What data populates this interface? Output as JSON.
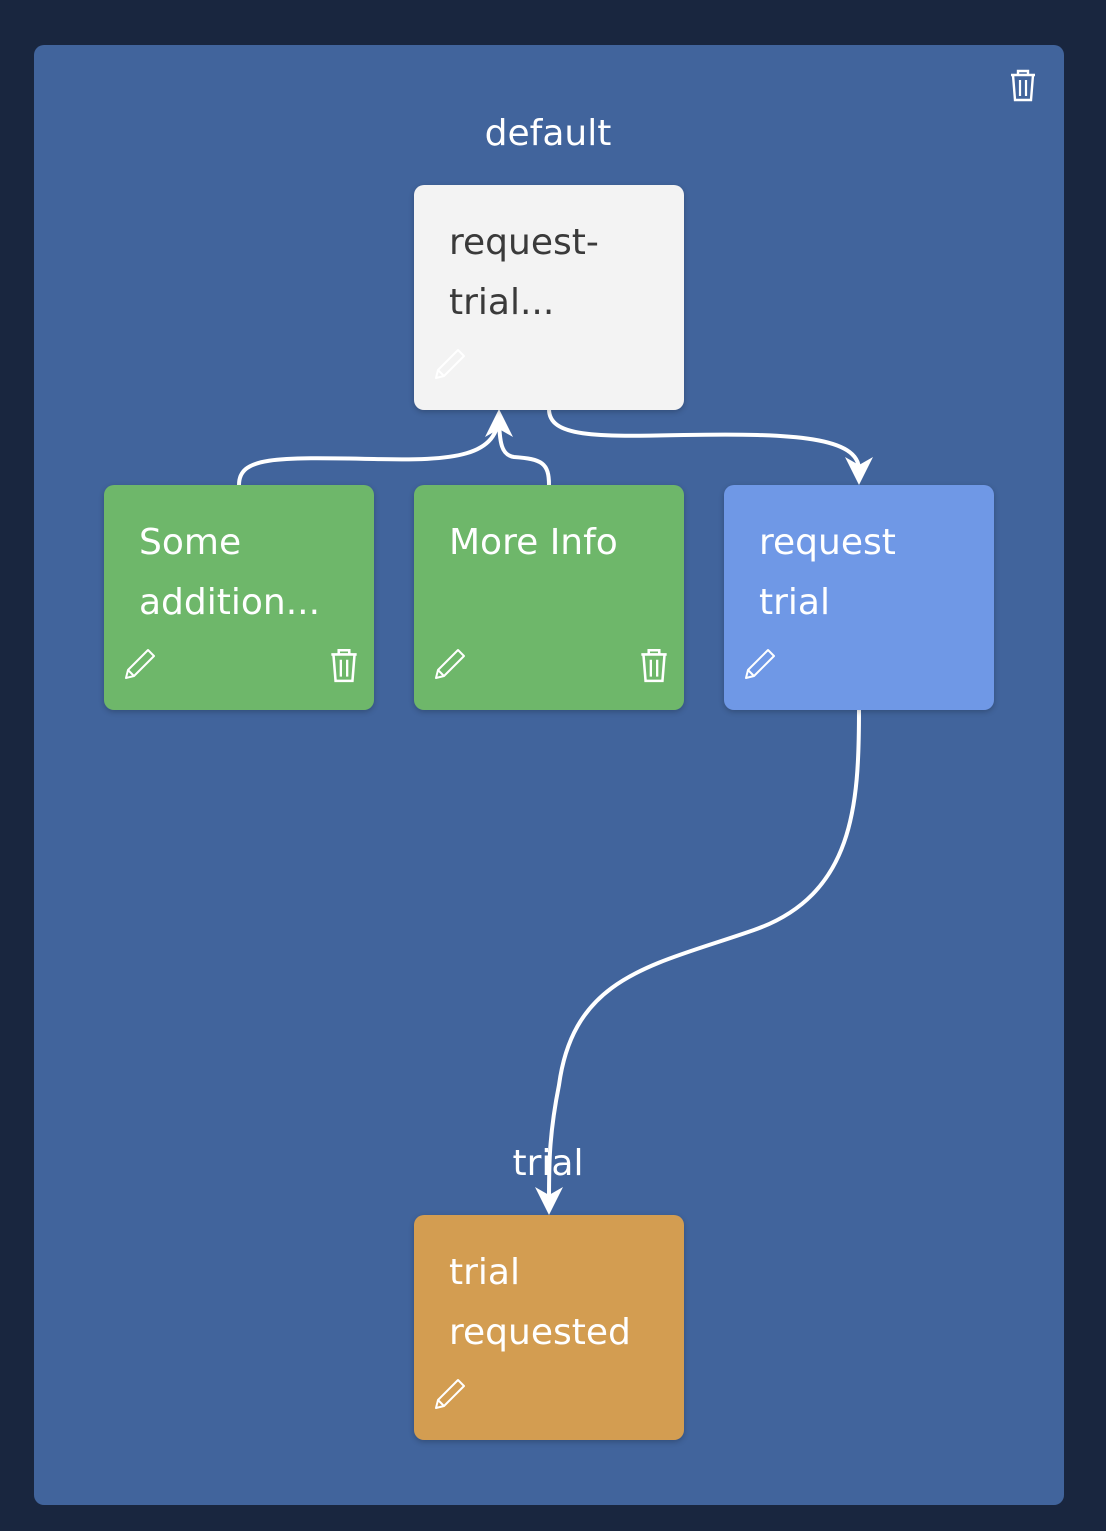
{
  "groups": {
    "default": {
      "label": "default"
    },
    "trial": {
      "label": "trial"
    }
  },
  "nodes": {
    "root": {
      "label": "request-\ntrial..."
    },
    "some": {
      "label": "Some addition..."
    },
    "more": {
      "label": "More Info"
    },
    "request": {
      "label": "request trial"
    },
    "trial_requested": {
      "label": "trial requested"
    }
  },
  "colors": {
    "background": "#19263f",
    "panel": "#41649c",
    "root_node": "#f3f3f3",
    "info_node": "#6eb76a",
    "action_node": "#6f98e6",
    "state_node": "#d39d51",
    "edge": "#ffffff"
  },
  "icons": {
    "panel": "trash-icon",
    "edit": "pencil-icon",
    "delete": "trash-icon"
  }
}
